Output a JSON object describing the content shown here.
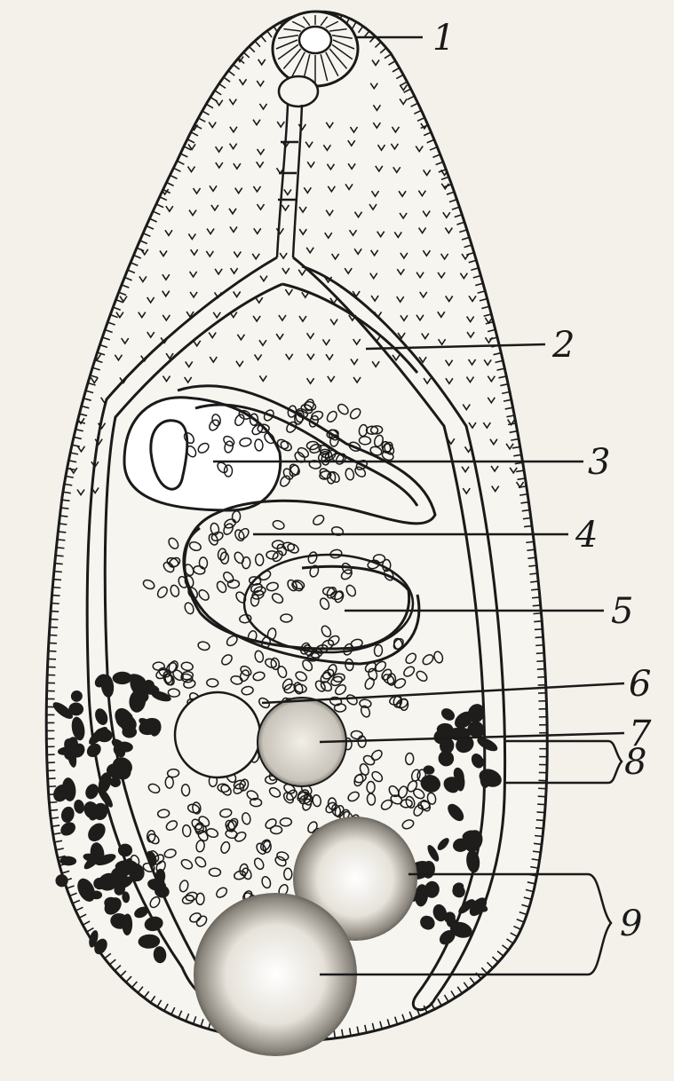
{
  "figure": {
    "labels": [
      {
        "id": "1",
        "text": "1"
      },
      {
        "id": "2",
        "text": "2"
      },
      {
        "id": "3",
        "text": "3"
      },
      {
        "id": "4",
        "text": "4"
      },
      {
        "id": "5",
        "text": "5"
      },
      {
        "id": "6",
        "text": "6"
      },
      {
        "id": "7",
        "text": "7"
      },
      {
        "id": "8",
        "text": "8"
      },
      {
        "id": "9",
        "text": "9"
      }
    ]
  },
  "colors": {
    "background": "#f4f1ea",
    "ink": "#1a1a1a",
    "body_fill": "#f7f5ef"
  }
}
